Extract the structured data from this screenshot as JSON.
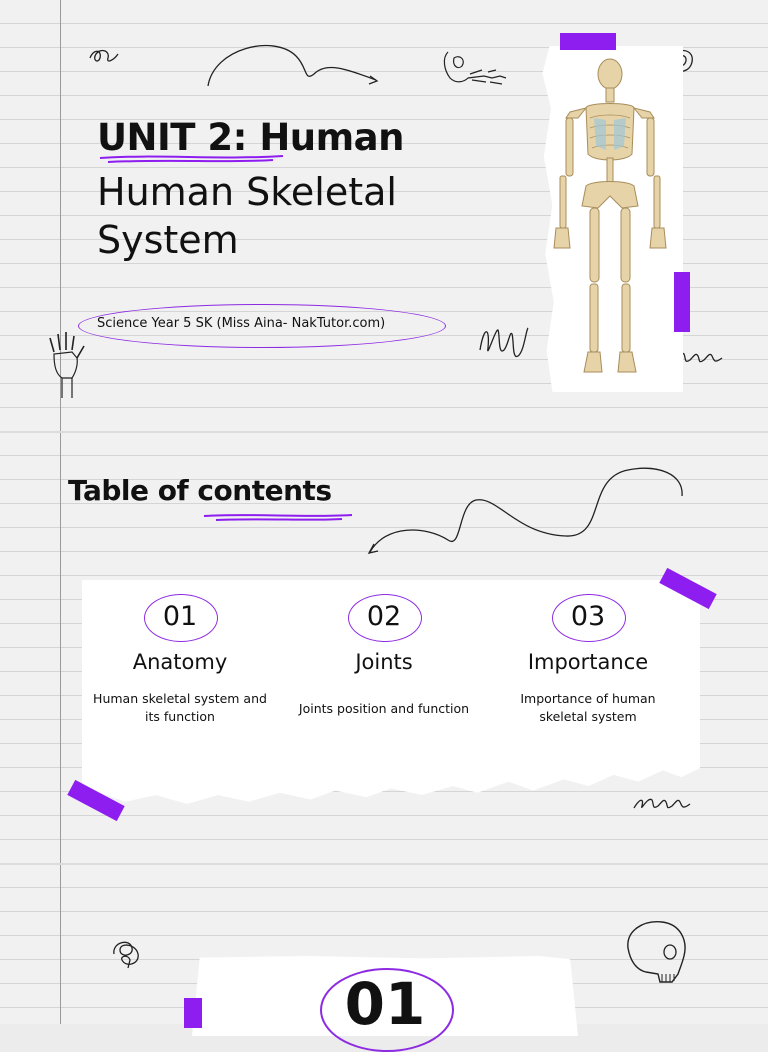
{
  "cover": {
    "title_line1": "UNIT 2: Human",
    "title_line2": "Human Skeletal System",
    "subtitle": "Science Year 5 SK (Miss Aina-  NakTutor.com)"
  },
  "toc": {
    "heading": "Table of contents",
    "items": [
      {
        "number": "01",
        "label": "Anatomy",
        "description": "Human skeletal system and its function"
      },
      {
        "number": "02",
        "label": "Joints",
        "description": "Joints position and function"
      },
      {
        "number": "03",
        "label": "Importance",
        "description": "Importance of human skeletal system"
      }
    ]
  },
  "section": {
    "number": "01"
  },
  "colors": {
    "accent": "#8e1ef0",
    "paper": "#f1f1f1",
    "ink": "#111111"
  },
  "icons": [
    "skeleton-illustration",
    "foot-bones-icon",
    "hand-bones-icon",
    "skull-icon",
    "scribble-icon",
    "swirl-icon"
  ]
}
